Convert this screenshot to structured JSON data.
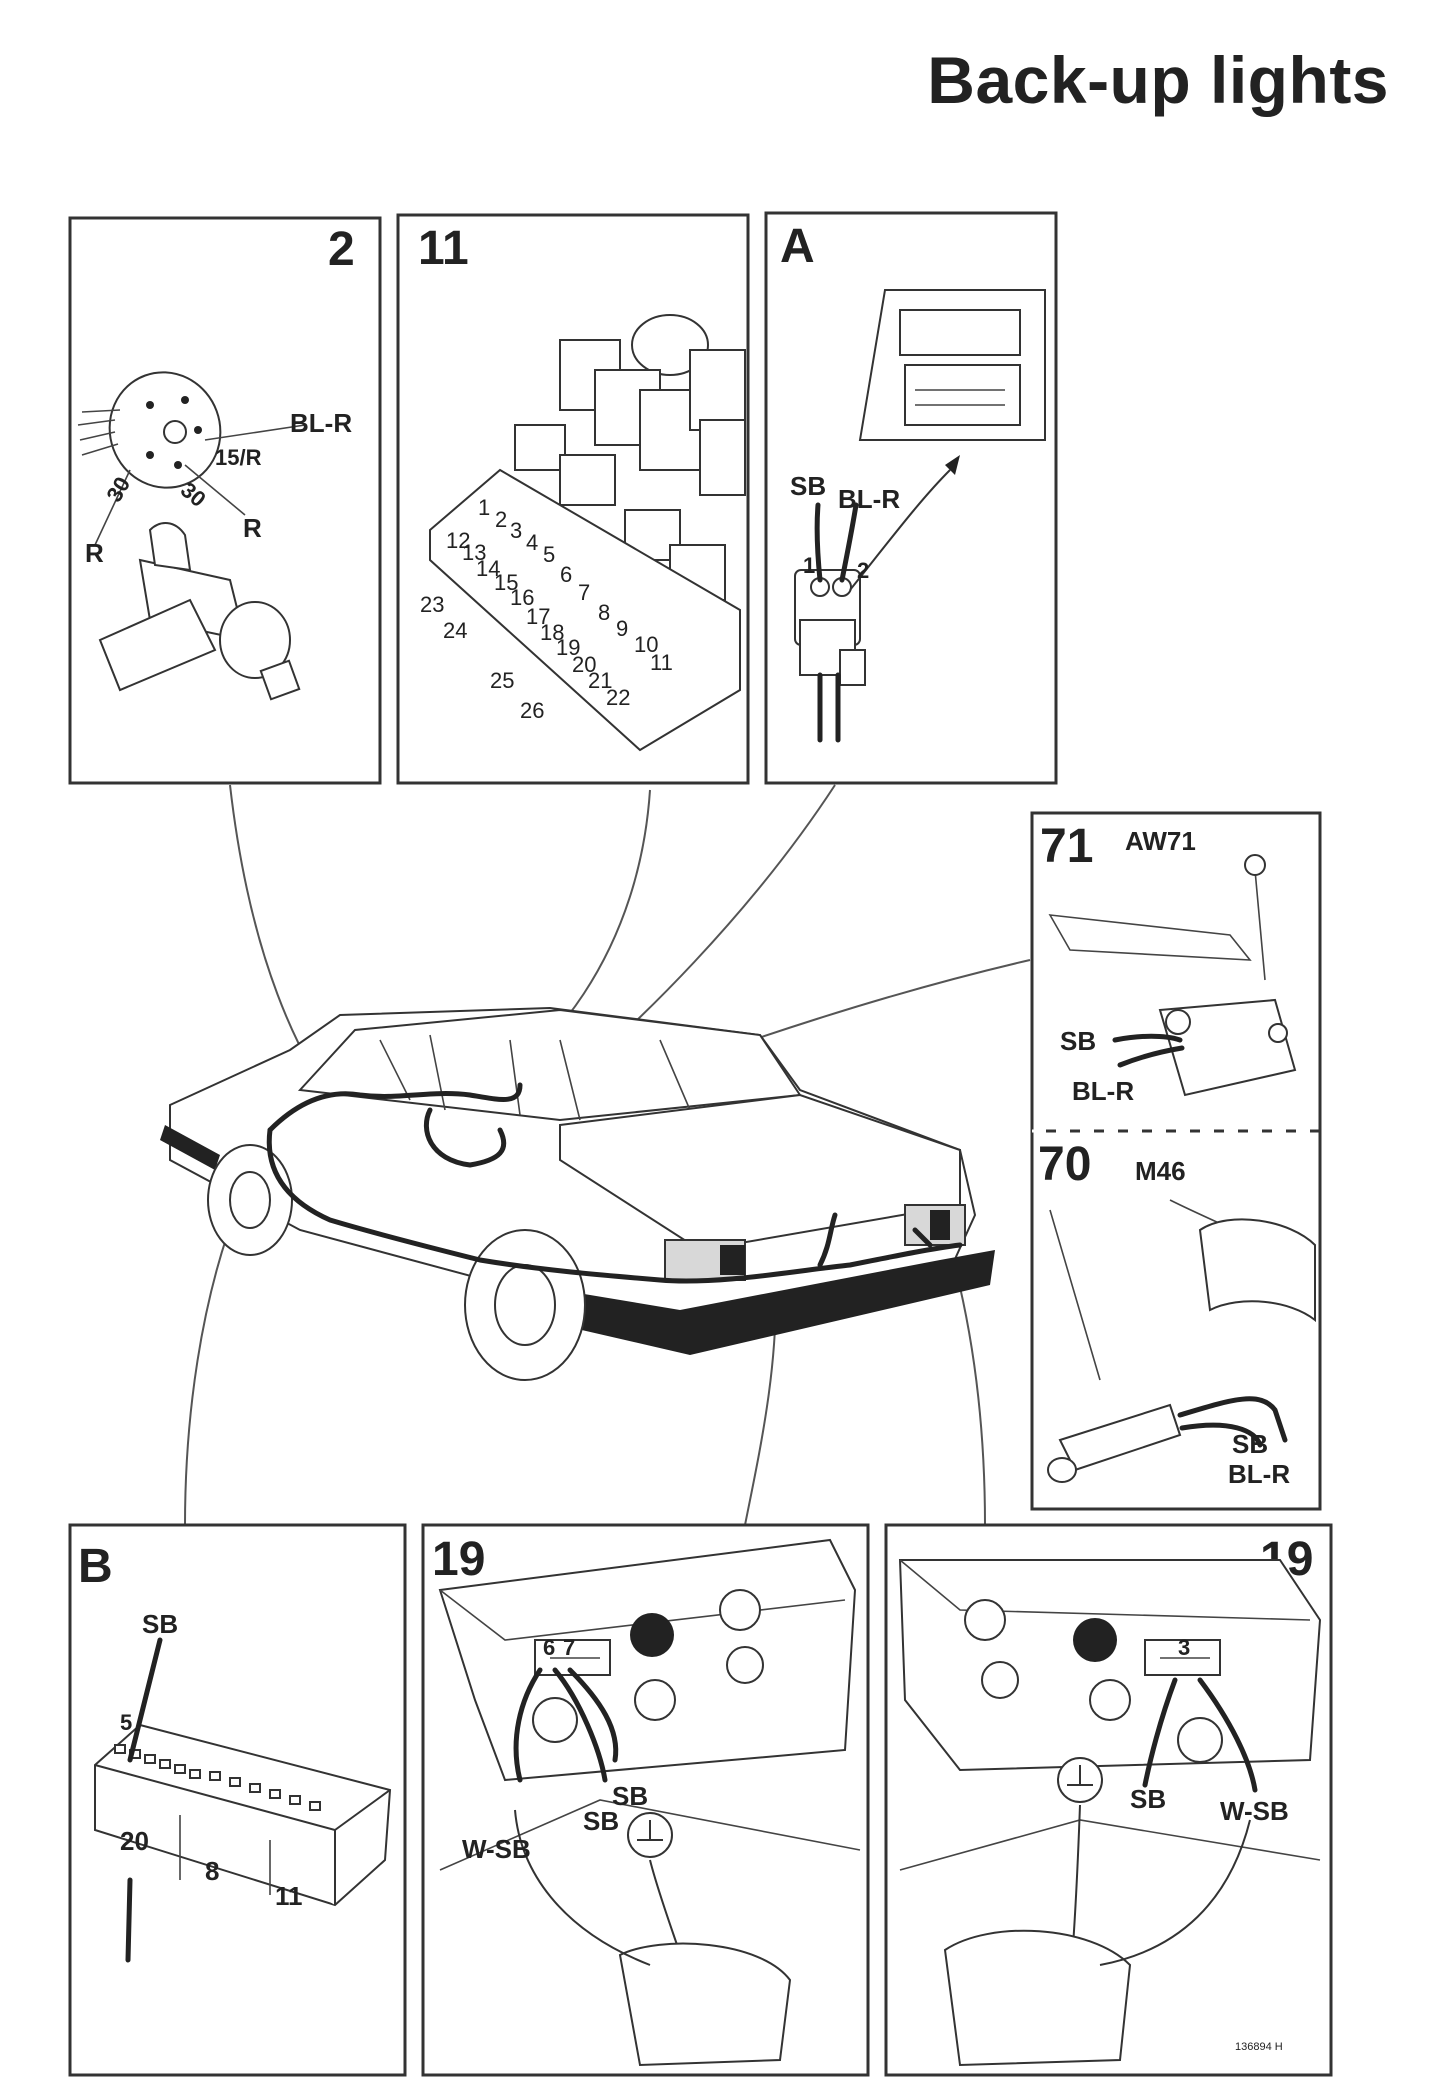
{
  "title": "Back-up lights",
  "panels": {
    "ignition_switch": {
      "id": "2",
      "labels": [
        "BL-R",
        "15/R",
        "30",
        "30",
        "R",
        "R"
      ]
    },
    "fuse_box": {
      "id": "11",
      "fuse_numbers": [
        "1",
        "2",
        "3",
        "4",
        "5",
        "6",
        "7",
        "8",
        "9",
        "10",
        "11",
        "12",
        "13",
        "14",
        "15",
        "16",
        "17",
        "18",
        "19",
        "20",
        "21",
        "22",
        "23",
        "24",
        "25",
        "26"
      ]
    },
    "connector_a": {
      "id": "A",
      "wires": [
        "SB",
        "BL-R"
      ],
      "pins": [
        "1",
        "2"
      ]
    },
    "aw71": {
      "id": "71",
      "name": "AW71",
      "wires": [
        "SB",
        "BL-R"
      ]
    },
    "m46": {
      "id": "70",
      "name": "M46",
      "wires": [
        "SB",
        "BL-R"
      ]
    },
    "connector_b": {
      "id": "B",
      "wire": "SB",
      "pin": "5",
      "labels": [
        "20",
        "8",
        "11"
      ]
    },
    "lamp_left": {
      "id": "19",
      "pins": [
        "6",
        "7"
      ],
      "wires": [
        "SB",
        "SB",
        "W-SB"
      ]
    },
    "lamp_right": {
      "id": "19",
      "pin": "3",
      "wires": [
        "SB",
        "W-SB"
      ]
    }
  },
  "ref_code": "136894 H"
}
